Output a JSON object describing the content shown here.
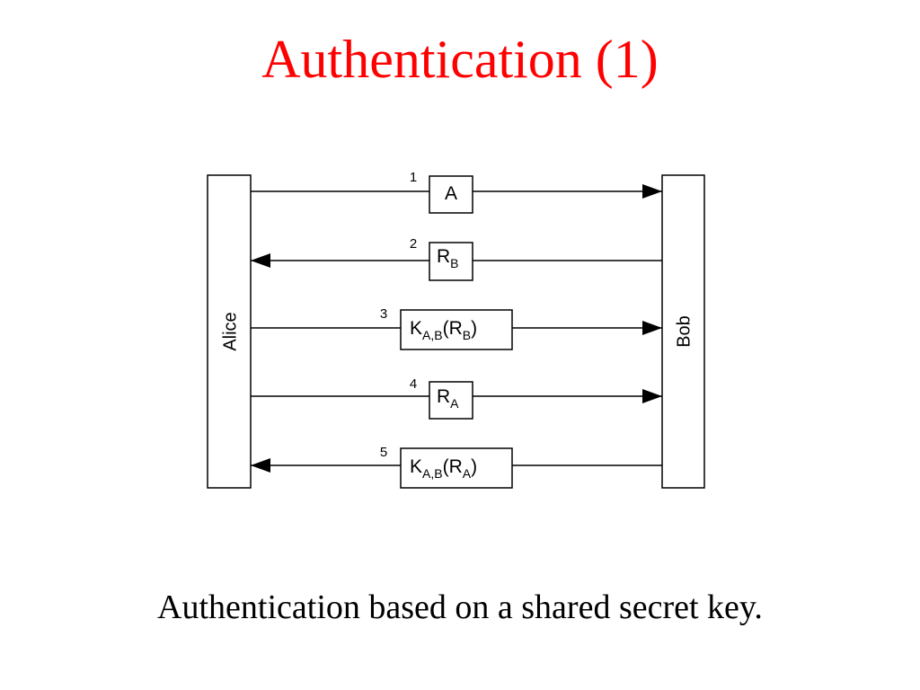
{
  "title": "Authentication (1)",
  "title_color": "#ff0000",
  "caption": "Authentication based on a shared secret key.",
  "diagram": {
    "left_party": "Alice",
    "right_party": "Bob",
    "messages": [
      {
        "step": "1",
        "direction": "to-bob",
        "key": "",
        "key_sub": "",
        "paren_open": "",
        "base": "A",
        "base_sub": "",
        "paren_close": ""
      },
      {
        "step": "2",
        "direction": "to-alice",
        "key": "",
        "key_sub": "",
        "paren_open": "",
        "base": "R",
        "base_sub": "B",
        "paren_close": ""
      },
      {
        "step": "3",
        "direction": "to-bob",
        "key": "K",
        "key_sub": "A,B",
        "paren_open": "(",
        "base": "R",
        "base_sub": "B",
        "paren_close": ")"
      },
      {
        "step": "4",
        "direction": "to-bob",
        "key": "",
        "key_sub": "",
        "paren_open": "",
        "base": "R",
        "base_sub": "A",
        "paren_close": ""
      },
      {
        "step": "5",
        "direction": "to-alice",
        "key": "K",
        "key_sub": "A,B",
        "paren_open": "(",
        "base": "R",
        "base_sub": "A",
        "paren_close": ")"
      }
    ]
  }
}
